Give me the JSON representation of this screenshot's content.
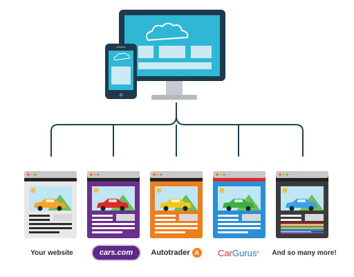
{
  "colors": {
    "navy": "#1f3a4d",
    "screen": "#2fb8d6",
    "screen_light": "#cde9f3",
    "stand": "#c7cbd0",
    "connector": "#1d4350",
    "chrome": "#c9c9c9",
    "image_bg": "#bfe6f2",
    "hill": "#6abf5b",
    "sun": "#f3c036"
  },
  "sites": [
    {
      "key": "your-website",
      "frame": "#e8e8e8",
      "topbar": "#222222",
      "content": "#efefef",
      "line": "#2b2b2b",
      "car": "#f5a623"
    },
    {
      "key": "cars",
      "frame": "#6b2f8c",
      "topbar": "#222222",
      "content": "#6b2f8c",
      "line": "#ffffff",
      "car": "#e0282b"
    },
    {
      "key": "autotrader",
      "frame": "#ef7d1a",
      "topbar": "#222222",
      "content": "#ef7d1a",
      "line": "#ffffff",
      "car": "#f2c81b"
    },
    {
      "key": "cargurus",
      "frame": "#2b8fd8",
      "topbar": "#e0282b",
      "content": "#2b8fd8",
      "line": "#ffffff",
      "car": "#3cb043"
    },
    {
      "key": "more",
      "frame": "#3b3b3b",
      "topbar": "#222222",
      "content": "#3b3b3b",
      "line": "#ffffff",
      "car": "#3aa0e8"
    }
  ],
  "labels": {
    "your_website": "Your website",
    "cars": "cars.com",
    "autotrader": "Autotrader",
    "autotrader_badge": "A",
    "cargurus_car": "Car",
    "cargurus_gurus": "Gurus",
    "cargurus_mark": "®",
    "more": "And so many more!"
  },
  "icons": {
    "desktop": "desktop-monitor-icon",
    "phone": "smartphone-icon",
    "cloud": "cloud-icon",
    "browser": "browser-window-icon",
    "car": "car-icon"
  }
}
